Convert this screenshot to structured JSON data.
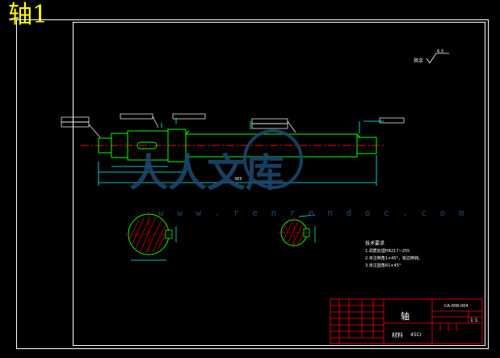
{
  "header": {
    "title": "轴1"
  },
  "drawing": {
    "roughness_label": "其余",
    "roughness_value": "6.3",
    "total_length": "365"
  },
  "technical_requirements": {
    "heading": "技术要求",
    "items": [
      "1.调质处理HB217~255",
      "2.未注倒角1×45°，锐边倒钝。",
      "3.未注圆角R1×45°"
    ]
  },
  "title_block": {
    "part_name": "轴",
    "drawing_number": "CA-008-004",
    "material_label": "材料",
    "material_value": "45Cr",
    "scale": "1:1"
  },
  "watermark": {
    "site": "w w w . r e n r e n d o c . c o m",
    "logo_text": "人人文库"
  },
  "colors": {
    "background": "#000000",
    "lines": "#ffffff",
    "centerline": "#ff0000",
    "hatch": "#ff0000",
    "outline": "#00ff00",
    "dimensions": "#00ffff",
    "title": "#ffff00",
    "watermark": "#1d4a70"
  }
}
